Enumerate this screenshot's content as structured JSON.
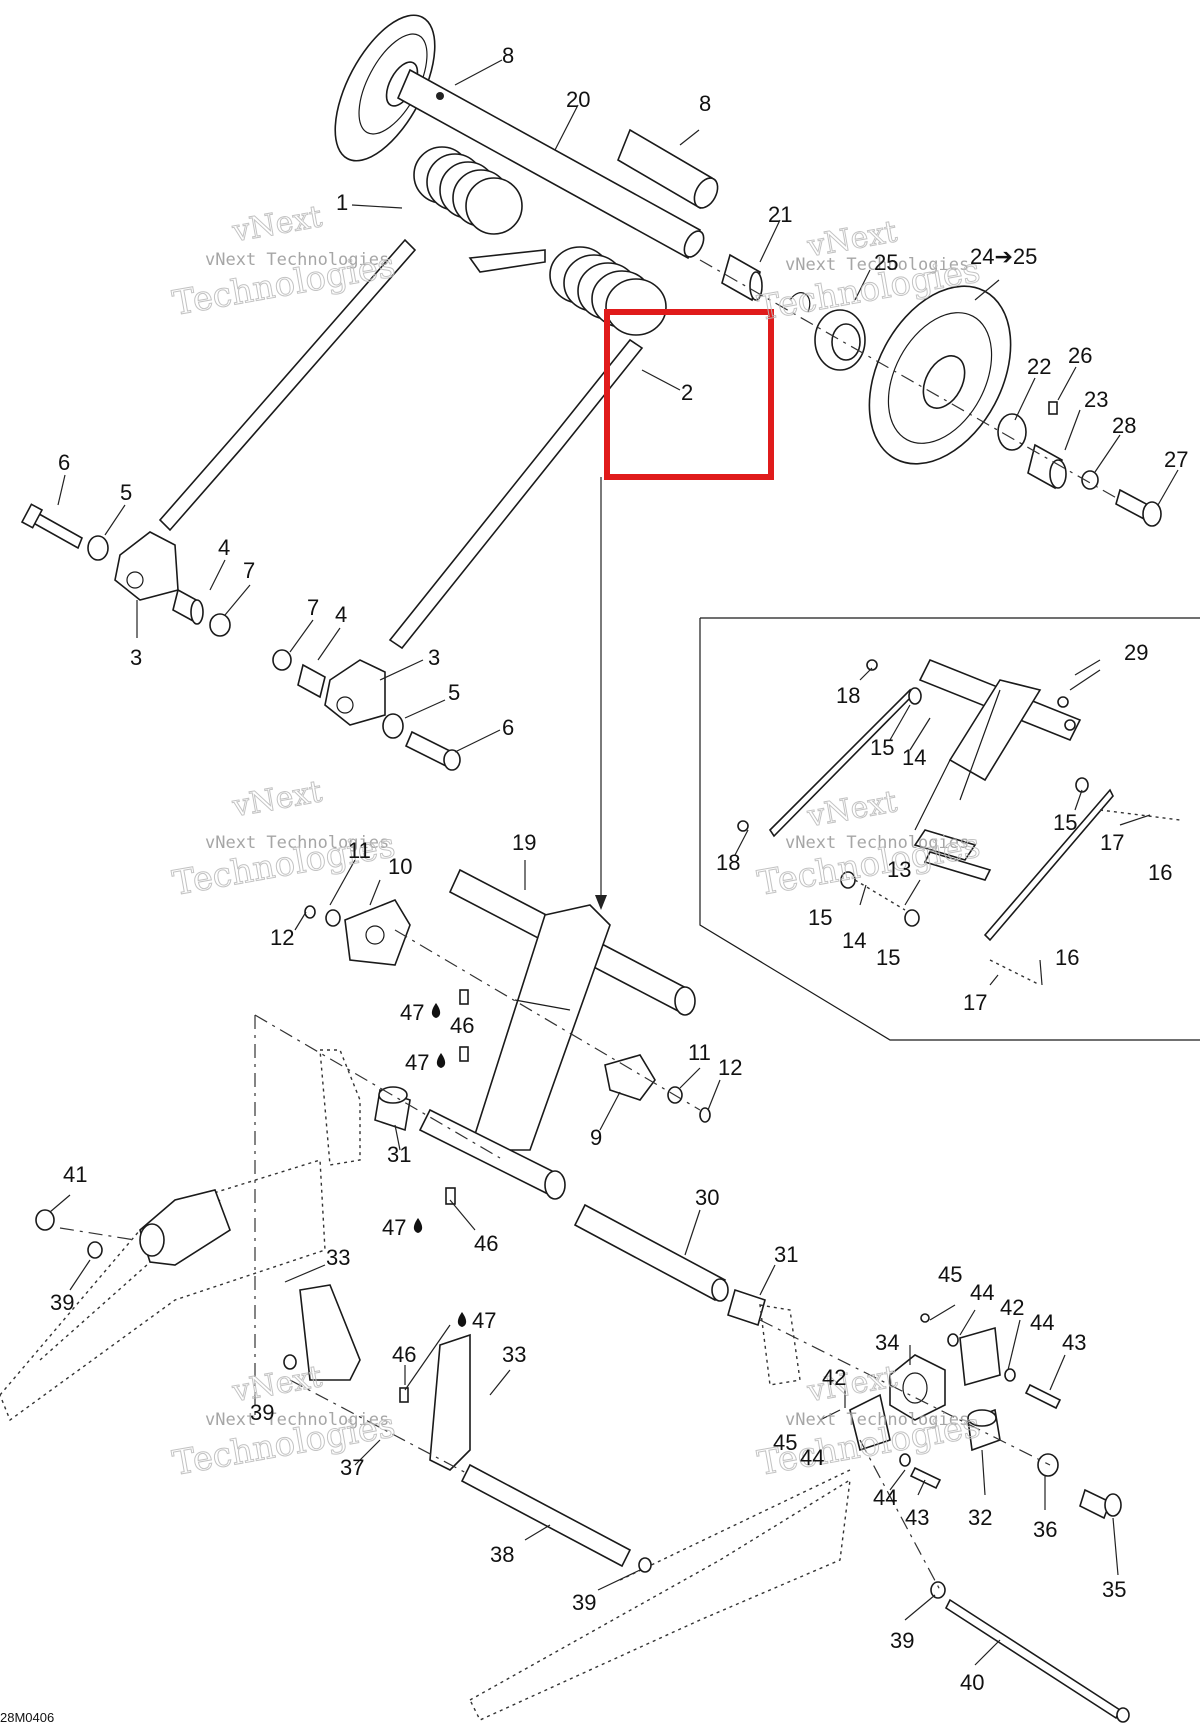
{
  "diagram": {
    "code": "28M0406",
    "watermark": {
      "line1": "vNext",
      "line2": "vNext Technologies",
      "line3": "Technologies"
    },
    "highlight_color": "#e01b1b",
    "labels": {
      "p8a": "8",
      "p8b": "8",
      "p20": "20",
      "p1": "1",
      "p21": "21",
      "p25": "25",
      "p24_25": "24➔25",
      "p2": "2",
      "p22": "22",
      "p26": "26",
      "p23": "23",
      "p28": "28",
      "p27": "27",
      "p6a": "6",
      "p5a": "5",
      "p4a": "4",
      "p7a": "7",
      "p3a": "3",
      "p7b": "7",
      "p4b": "4",
      "p3b": "3",
      "p5b": "5",
      "p6b": "6",
      "p29": "29",
      "p18a": "18",
      "p15a": "15",
      "p14a": "14",
      "p15b": "15",
      "p17a": "17",
      "p16a": "16",
      "p18b": "18",
      "p13": "13",
      "p15c": "15",
      "p14b": "14",
      "p15d": "15",
      "p16b": "16",
      "p17b": "17",
      "p19": "19",
      "p11a": "11",
      "p10": "10",
      "p12a": "12",
      "p47a": "47",
      "p46a": "46",
      "p47b": "47",
      "p11b": "11",
      "p12b": "12",
      "p9": "9",
      "p31a": "31",
      "p41": "41",
      "p39a": "39",
      "p47c": "47",
      "p46b": "46",
      "p30": "30",
      "p31b": "31",
      "p33a": "33",
      "p47d": "47",
      "p46c": "46",
      "p33b": "33",
      "p39b": "39",
      "p37": "37",
      "p45a": "45",
      "p44a": "44",
      "p42a": "42",
      "p44b": "44",
      "p43a": "43",
      "p34": "34",
      "p42b": "42",
      "p45b": "45",
      "p44c": "44",
      "p44d": "44",
      "p43b": "43",
      "p32": "32",
      "p36": "36",
      "p35": "35",
      "p38": "38",
      "p39c": "39",
      "p39d": "39",
      "p40": "40"
    }
  }
}
